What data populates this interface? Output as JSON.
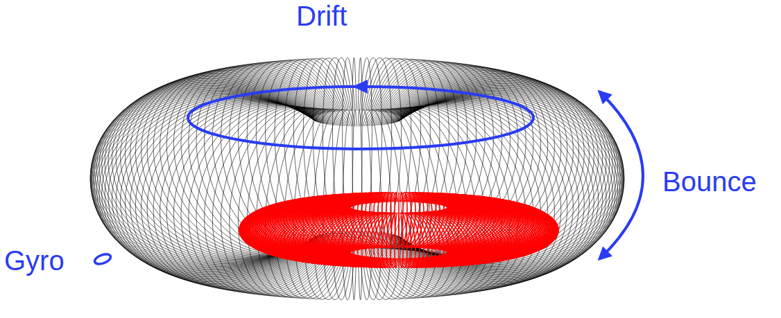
{
  "diagram": {
    "labels": [
      "Drift",
      "Bounce",
      "Gyro"
    ]
  }
}
